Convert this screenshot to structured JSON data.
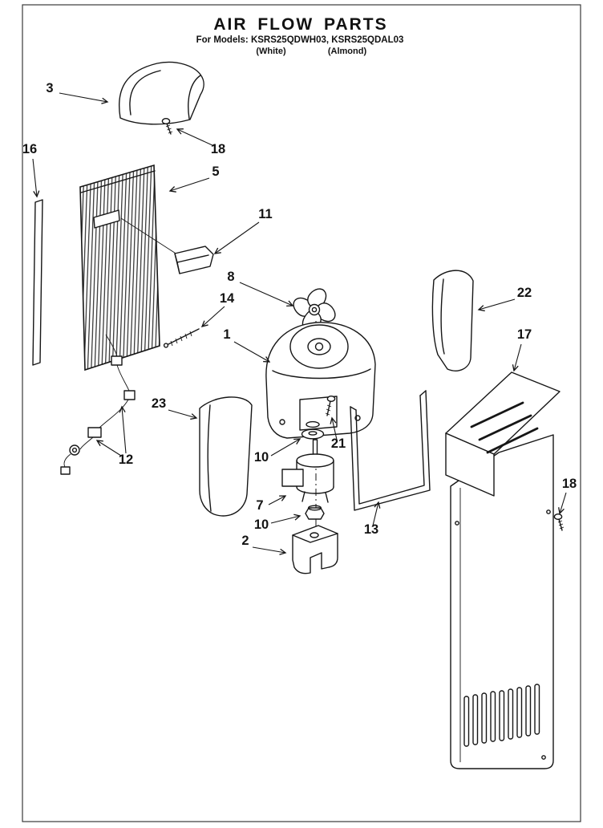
{
  "header": {
    "title": "AIR FLOW PARTS",
    "models_line": "For Models: KSRS25QDWH03, KSRS25QDAL03",
    "finish_left": "(White)",
    "finish_right": "(Almond)"
  },
  "colors": {
    "ink": "#161616",
    "paper": "#ffffff"
  },
  "callouts": [
    {
      "label": "3"
    },
    {
      "label": "18"
    },
    {
      "label": "16"
    },
    {
      "label": "5"
    },
    {
      "label": "11"
    },
    {
      "label": "8"
    },
    {
      "label": "14"
    },
    {
      "label": "1"
    },
    {
      "label": "22"
    },
    {
      "label": "17"
    },
    {
      "label": "23"
    },
    {
      "label": "12"
    },
    {
      "label": "10"
    },
    {
      "label": "21"
    },
    {
      "label": "7"
    },
    {
      "label": "10"
    },
    {
      "label": "2"
    },
    {
      "label": "13"
    },
    {
      "label": "18"
    }
  ]
}
